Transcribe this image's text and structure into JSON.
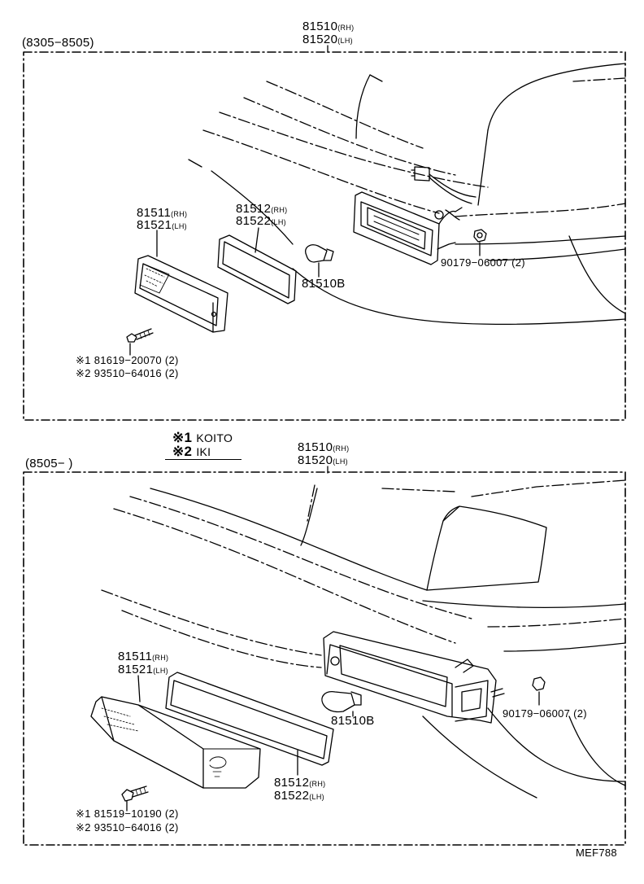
{
  "legend": [
    {
      "mark": "※1",
      "label": "KOITO"
    },
    {
      "mark": "※2",
      "label": "IKI"
    }
  ],
  "top_panel": {
    "range": "(8305−8505)",
    "assembly": {
      "rh": {
        "num": "81510",
        "suffix": "(RH)"
      },
      "lh": {
        "num": "81520",
        "suffix": "(LH)"
      }
    },
    "lens": {
      "rh": {
        "num": "81511",
        "suffix": "(RH)"
      },
      "lh": {
        "num": "81521",
        "suffix": "(LH)"
      }
    },
    "gasket": {
      "rh": {
        "num": "81512",
        "suffix": "(RH)"
      },
      "lh": {
        "num": "81522",
        "suffix": "(LH)"
      }
    },
    "bulb": "81510B",
    "nut": "90179−06007 (2)",
    "screws": [
      {
        "mark": "※1",
        "part": "81619−20070 (2)"
      },
      {
        "mark": "※2",
        "part": "93510−64016 (2)"
      }
    ]
  },
  "bottom_panel": {
    "range": "(8505−        )",
    "assembly": {
      "rh": {
        "num": "81510",
        "suffix": "(RH)"
      },
      "lh": {
        "num": "81520",
        "suffix": "(LH)"
      }
    },
    "lens": {
      "rh": {
        "num": "81511",
        "suffix": "(RH)"
      },
      "lh": {
        "num": "81521",
        "suffix": "(LH)"
      }
    },
    "gasket": {
      "rh": {
        "num": "81512",
        "suffix": "(RH)"
      },
      "lh": {
        "num": "81522",
        "suffix": "(LH)"
      }
    },
    "bulb": "81510B",
    "nut": "90179−06007 (2)",
    "screws": [
      {
        "mark": "※1",
        "part": "81519−10190 (2)"
      },
      {
        "mark": "※2",
        "part": "93510−64016 (2)"
      }
    ]
  },
  "figure_code": "MEF788"
}
